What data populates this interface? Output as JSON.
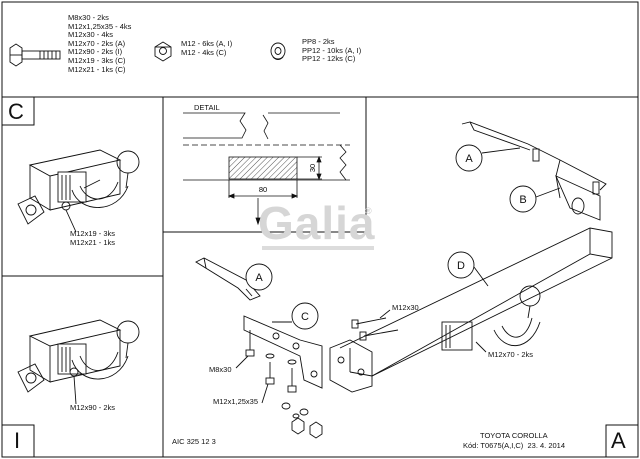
{
  "header": {
    "bolt_list": [
      "M8x30 - 2ks",
      "M12x1,25x35 - 4ks",
      "M12x30 - 4ks",
      "M12x70 - 2ks (A)",
      "M12x90 - 2ks (I)",
      "M12x19 - 3ks (C)",
      "M12x21 - 1ks (C)"
    ],
    "nut_list": [
      "M12 - 6ks (A, I)",
      "M12 - 4ks (C)"
    ],
    "washer_list": [
      "PP8 - 2ks",
      "PP12 - 10ks (A, I)",
      "PP12 - 12ks (C)"
    ]
  },
  "panel_c": {
    "letter": "C",
    "bolts": [
      "M12x19 - 3ks",
      "M12x21 - 1ks"
    ]
  },
  "panel_i": {
    "letter": "I",
    "bolts": [
      "M12x90 - 2ks"
    ]
  },
  "detail": {
    "title": "DETAIL",
    "width_dim": "80",
    "height_dim": "30"
  },
  "callouts": {
    "a_top": "A",
    "b": "B",
    "d": "D",
    "a_left": "A",
    "c": "C"
  },
  "assembly_labels": {
    "m12x30": "M12x30",
    "m8x30": "M8x30",
    "m12x125x35": "M12x1,25x35",
    "m12x70": "M12x70 - 2ks"
  },
  "watermark": {
    "brand": "Galia",
    "registered": "®"
  },
  "footer": {
    "part_code": "AIC 325 12 3",
    "vehicle": "TOYOTA COROLLA",
    "code_date": "Kód: T0675(A,I,C)  23. 4. 2014",
    "variant": "A",
    "panel_letter": "I"
  },
  "colors": {
    "line": "#111111",
    "watermark": "#d6d6d6",
    "hatch": "#555555"
  }
}
